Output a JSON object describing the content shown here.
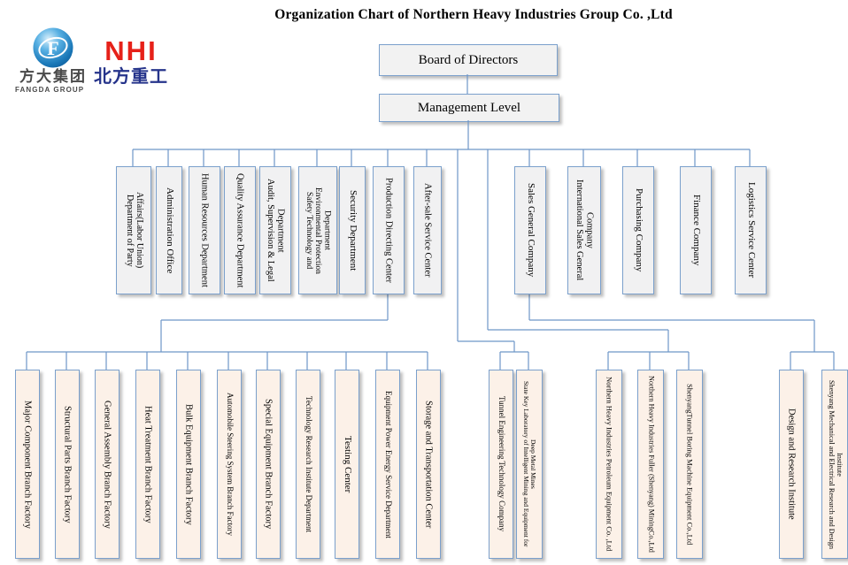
{
  "title": "Organization Chart of Northern Heavy Industries  Group Co. ,Ltd",
  "logos": {
    "fangda": {
      "glyph": "F",
      "name_cn": "方大集团",
      "name_en": "FANGDA GROUP"
    },
    "nhi": {
      "abbr": "NHI",
      "name_cn": "北方重工"
    }
  },
  "colors": {
    "nhi_red": "#e62119",
    "nhi_blue": "#26348b",
    "connector_blue": "#6e96c8",
    "box_border_blue": "#7ba0cc",
    "department_fill": "#f1f1f2",
    "subsidiary_fill": "#fcf1e8",
    "top_fill": "#f2f2f2"
  },
  "org": {
    "board": {
      "id": "board-of-directors",
      "label": "Board of Directors"
    },
    "management": {
      "id": "management-level",
      "label": "Management Level"
    },
    "departments": [
      {
        "id": "dept-party-affairs",
        "label": "Department of Party Affairs(Labor Union)"
      },
      {
        "id": "administration-office",
        "label": "Administration Office"
      },
      {
        "id": "human-resources",
        "label": "Human Resources Department"
      },
      {
        "id": "quality-assurance",
        "label": "Quality Assurance Department"
      },
      {
        "id": "audit-supervision-legal",
        "label": "Audit, Supervision & Legal Department"
      },
      {
        "id": "safety-env-protection",
        "label": "Safety Technology and Environmental Protection Department"
      },
      {
        "id": "security",
        "label": "Security Department"
      },
      {
        "id": "production-directing",
        "label": "Production Directing Center"
      },
      {
        "id": "after-sale-service",
        "label": "After-sale Service Center"
      },
      {
        "id": "sales-general",
        "label": "Sales General Company"
      },
      {
        "id": "intl-sales-general",
        "label": "International Sales General Company"
      },
      {
        "id": "purchasing",
        "label": "Purchasing Company"
      },
      {
        "id": "finance",
        "label": "Finance Company"
      },
      {
        "id": "logistics-service",
        "label": "Logistics Service Center"
      }
    ],
    "subsidiaries": [
      {
        "id": "major-component",
        "label": "Major Component Branch Factory"
      },
      {
        "id": "structural-parts",
        "label": "Structural Parts Branch Factory"
      },
      {
        "id": "general-assembly",
        "label": "General Assembly Branch Factory"
      },
      {
        "id": "heat-treatment",
        "label": "Heat Treatment Branch Factory"
      },
      {
        "id": "bulk-equipment",
        "label": "Bulk Equipment Branch Factory"
      },
      {
        "id": "automobile-steering",
        "label": "Automobile Steering System Branch Factory"
      },
      {
        "id": "special-equipment",
        "label": "Special Equipment Branch Factory"
      },
      {
        "id": "tech-research-institute",
        "label": "Technology Research Institute Department"
      },
      {
        "id": "testing-center",
        "label": "Testing Center"
      },
      {
        "id": "equipment-power-energy",
        "label": "Equipment Power Energy Service Department"
      },
      {
        "id": "storage-transportation",
        "label": "Storage and Transportation Center"
      },
      {
        "id": "tunnel-engineering",
        "label": "Tunnel Engineering Technology Company"
      },
      {
        "id": "state-key-laboratory",
        "label": "State Key Laboratory of Intelligent Mining and Equipment for Deep Metal Mines"
      },
      {
        "id": "nhi-petroleum",
        "label": "Northern Heavy Industries Petroleum Equipment Co. ,Ltd"
      },
      {
        "id": "nhi-fuller-mining",
        "label": "Northern Heavy Industries Fuller (Shenyang) MiningCo.,Ltd"
      },
      {
        "id": "shenyang-tunnel-boring",
        "label": "ShenyangTunnel Boring Machine Equipment Co.,Ltd"
      },
      {
        "id": "design-research-institute",
        "label": "Design and Research Institute"
      },
      {
        "id": "shenyang-mech-electrical",
        "label": "Shenyang Mechanical and Electrical Research and Design Institute"
      }
    ],
    "groups": [
      {
        "id": "factories",
        "parent": "production-directing",
        "children": [
          "major-component",
          "structural-parts",
          "general-assembly",
          "heat-treatment",
          "bulk-equipment",
          "automobile-steering",
          "special-equipment",
          "tech-research-institute",
          "testing-center",
          "equipment-power-energy",
          "storage-transportation"
        ]
      },
      {
        "id": "tunnel-mining",
        "parent": "management-level",
        "children": [
          "tunnel-engineering",
          "state-key-laboratory"
        ]
      },
      {
        "id": "subsidiary-companies",
        "parent": "management-level",
        "children": [
          "nhi-petroleum",
          "nhi-fuller-mining",
          "shenyang-tunnel-boring"
        ]
      },
      {
        "id": "research-institutes",
        "parent": "sales-general",
        "children": [
          "design-research-institute",
          "shenyang-mech-electrical"
        ]
      }
    ]
  }
}
